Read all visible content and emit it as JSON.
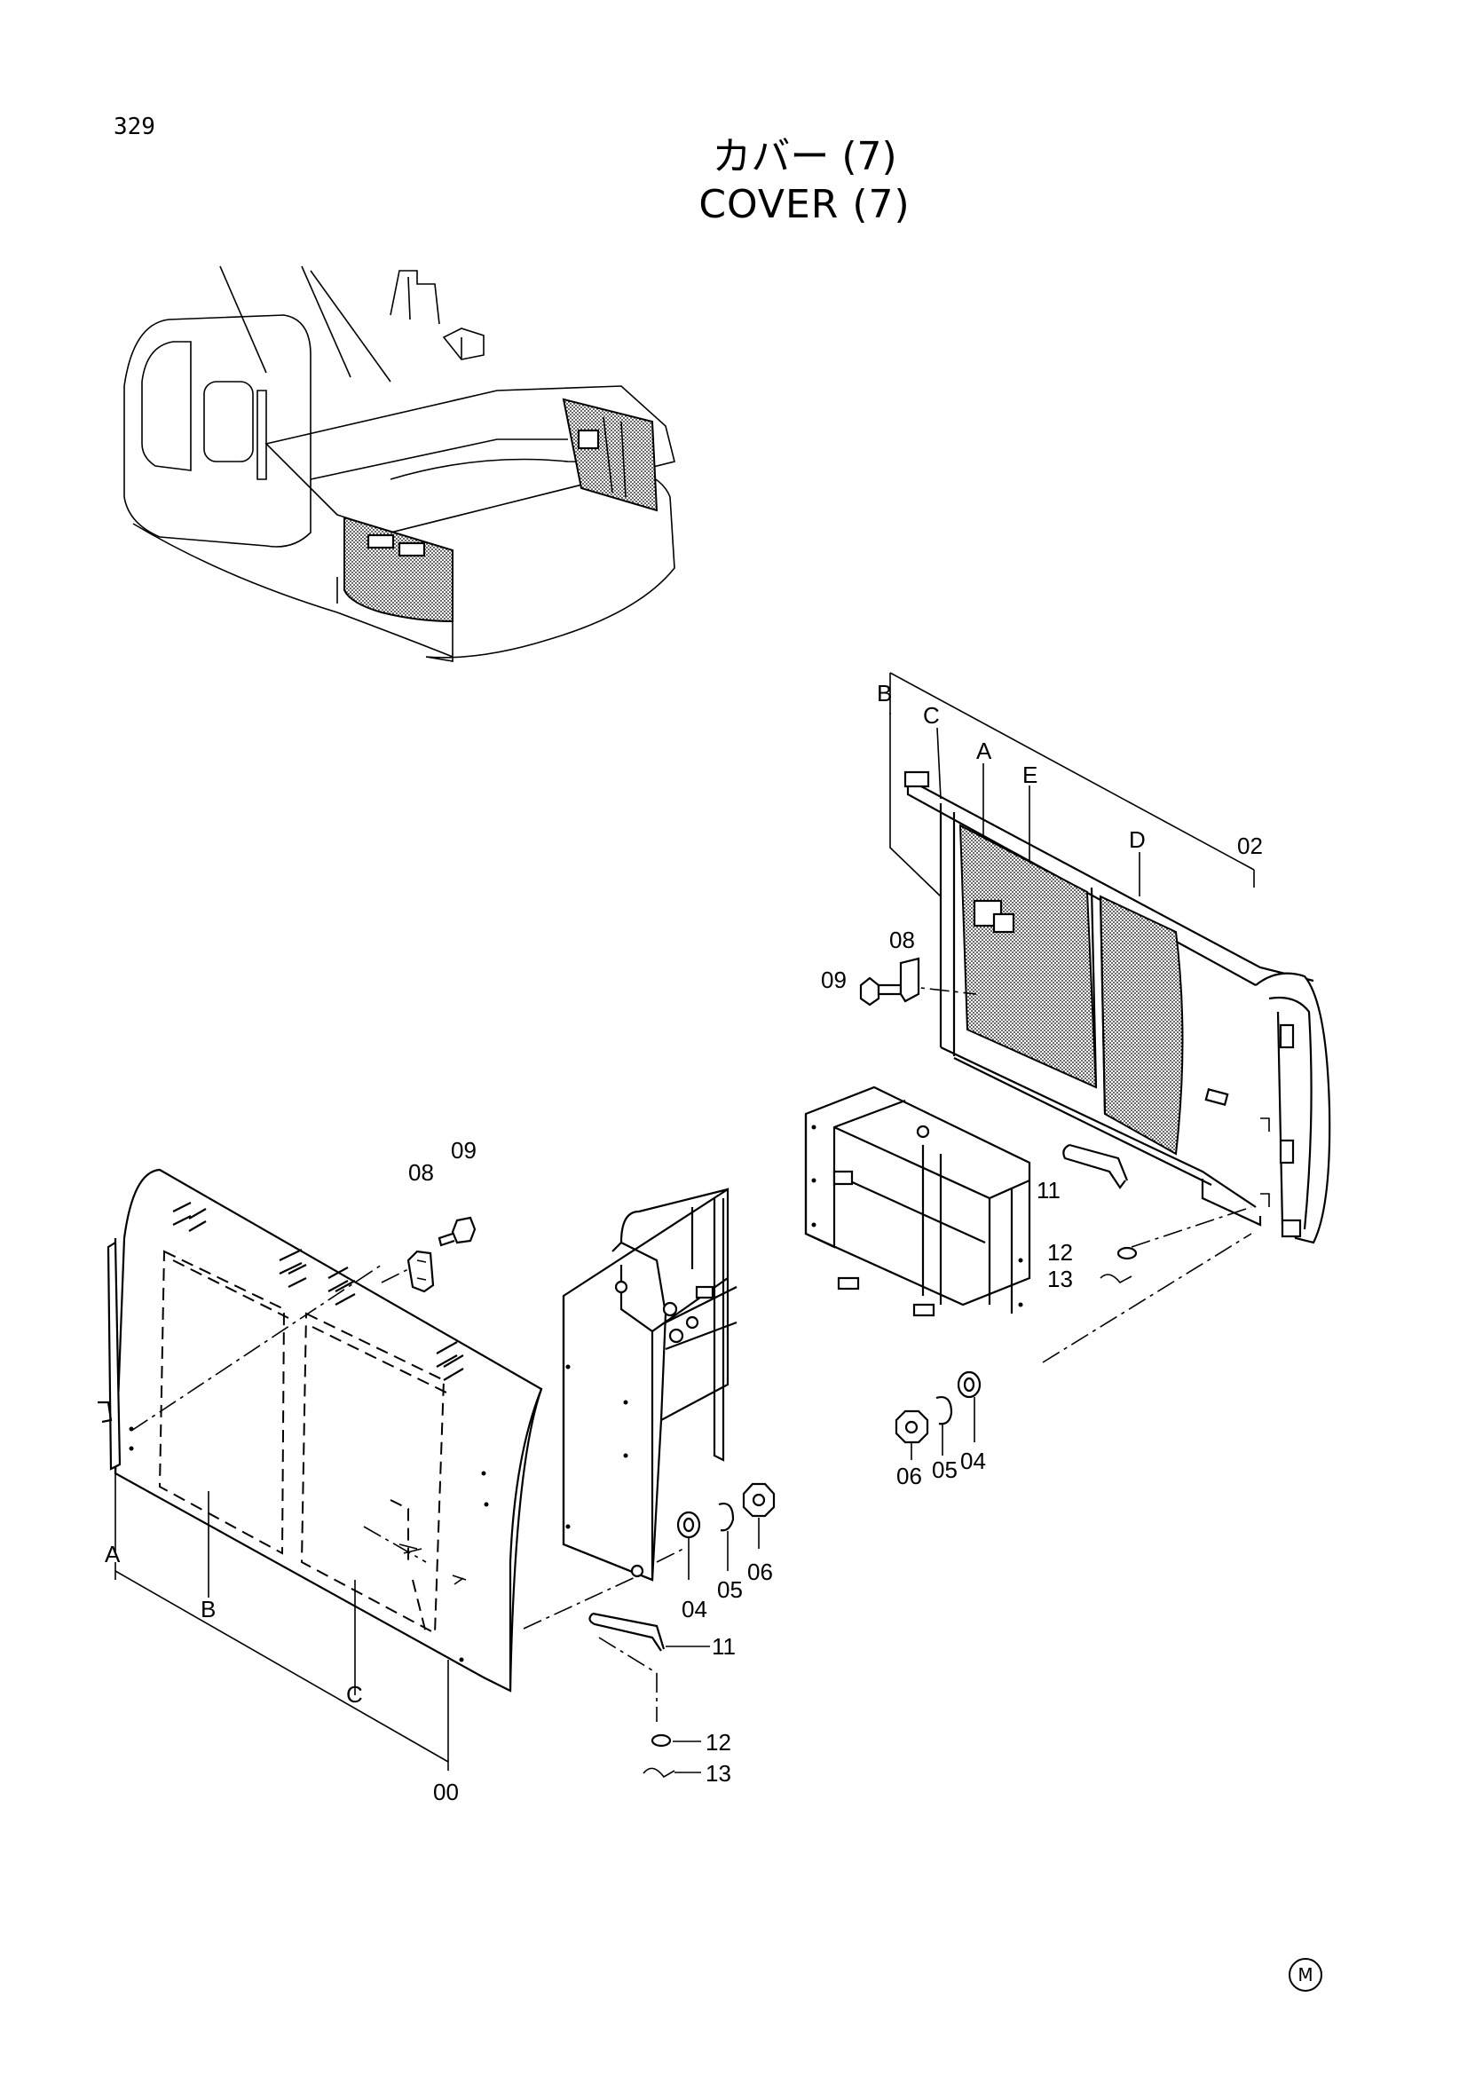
{
  "page_number": "329",
  "title_jp": "カバー (7)",
  "title_en": "COVER (7)",
  "mark": "M",
  "callouts": {
    "assembly_main": "00",
    "assembly_right": "02",
    "washer": "04",
    "spring_washer": "05",
    "nut": "06",
    "bracket": "08",
    "bolt": "09",
    "handle": "11",
    "seal_washer": "12",
    "pin": "13"
  },
  "letters": {
    "a": "A",
    "b": "B",
    "c": "C",
    "d": "D",
    "e": "E"
  }
}
